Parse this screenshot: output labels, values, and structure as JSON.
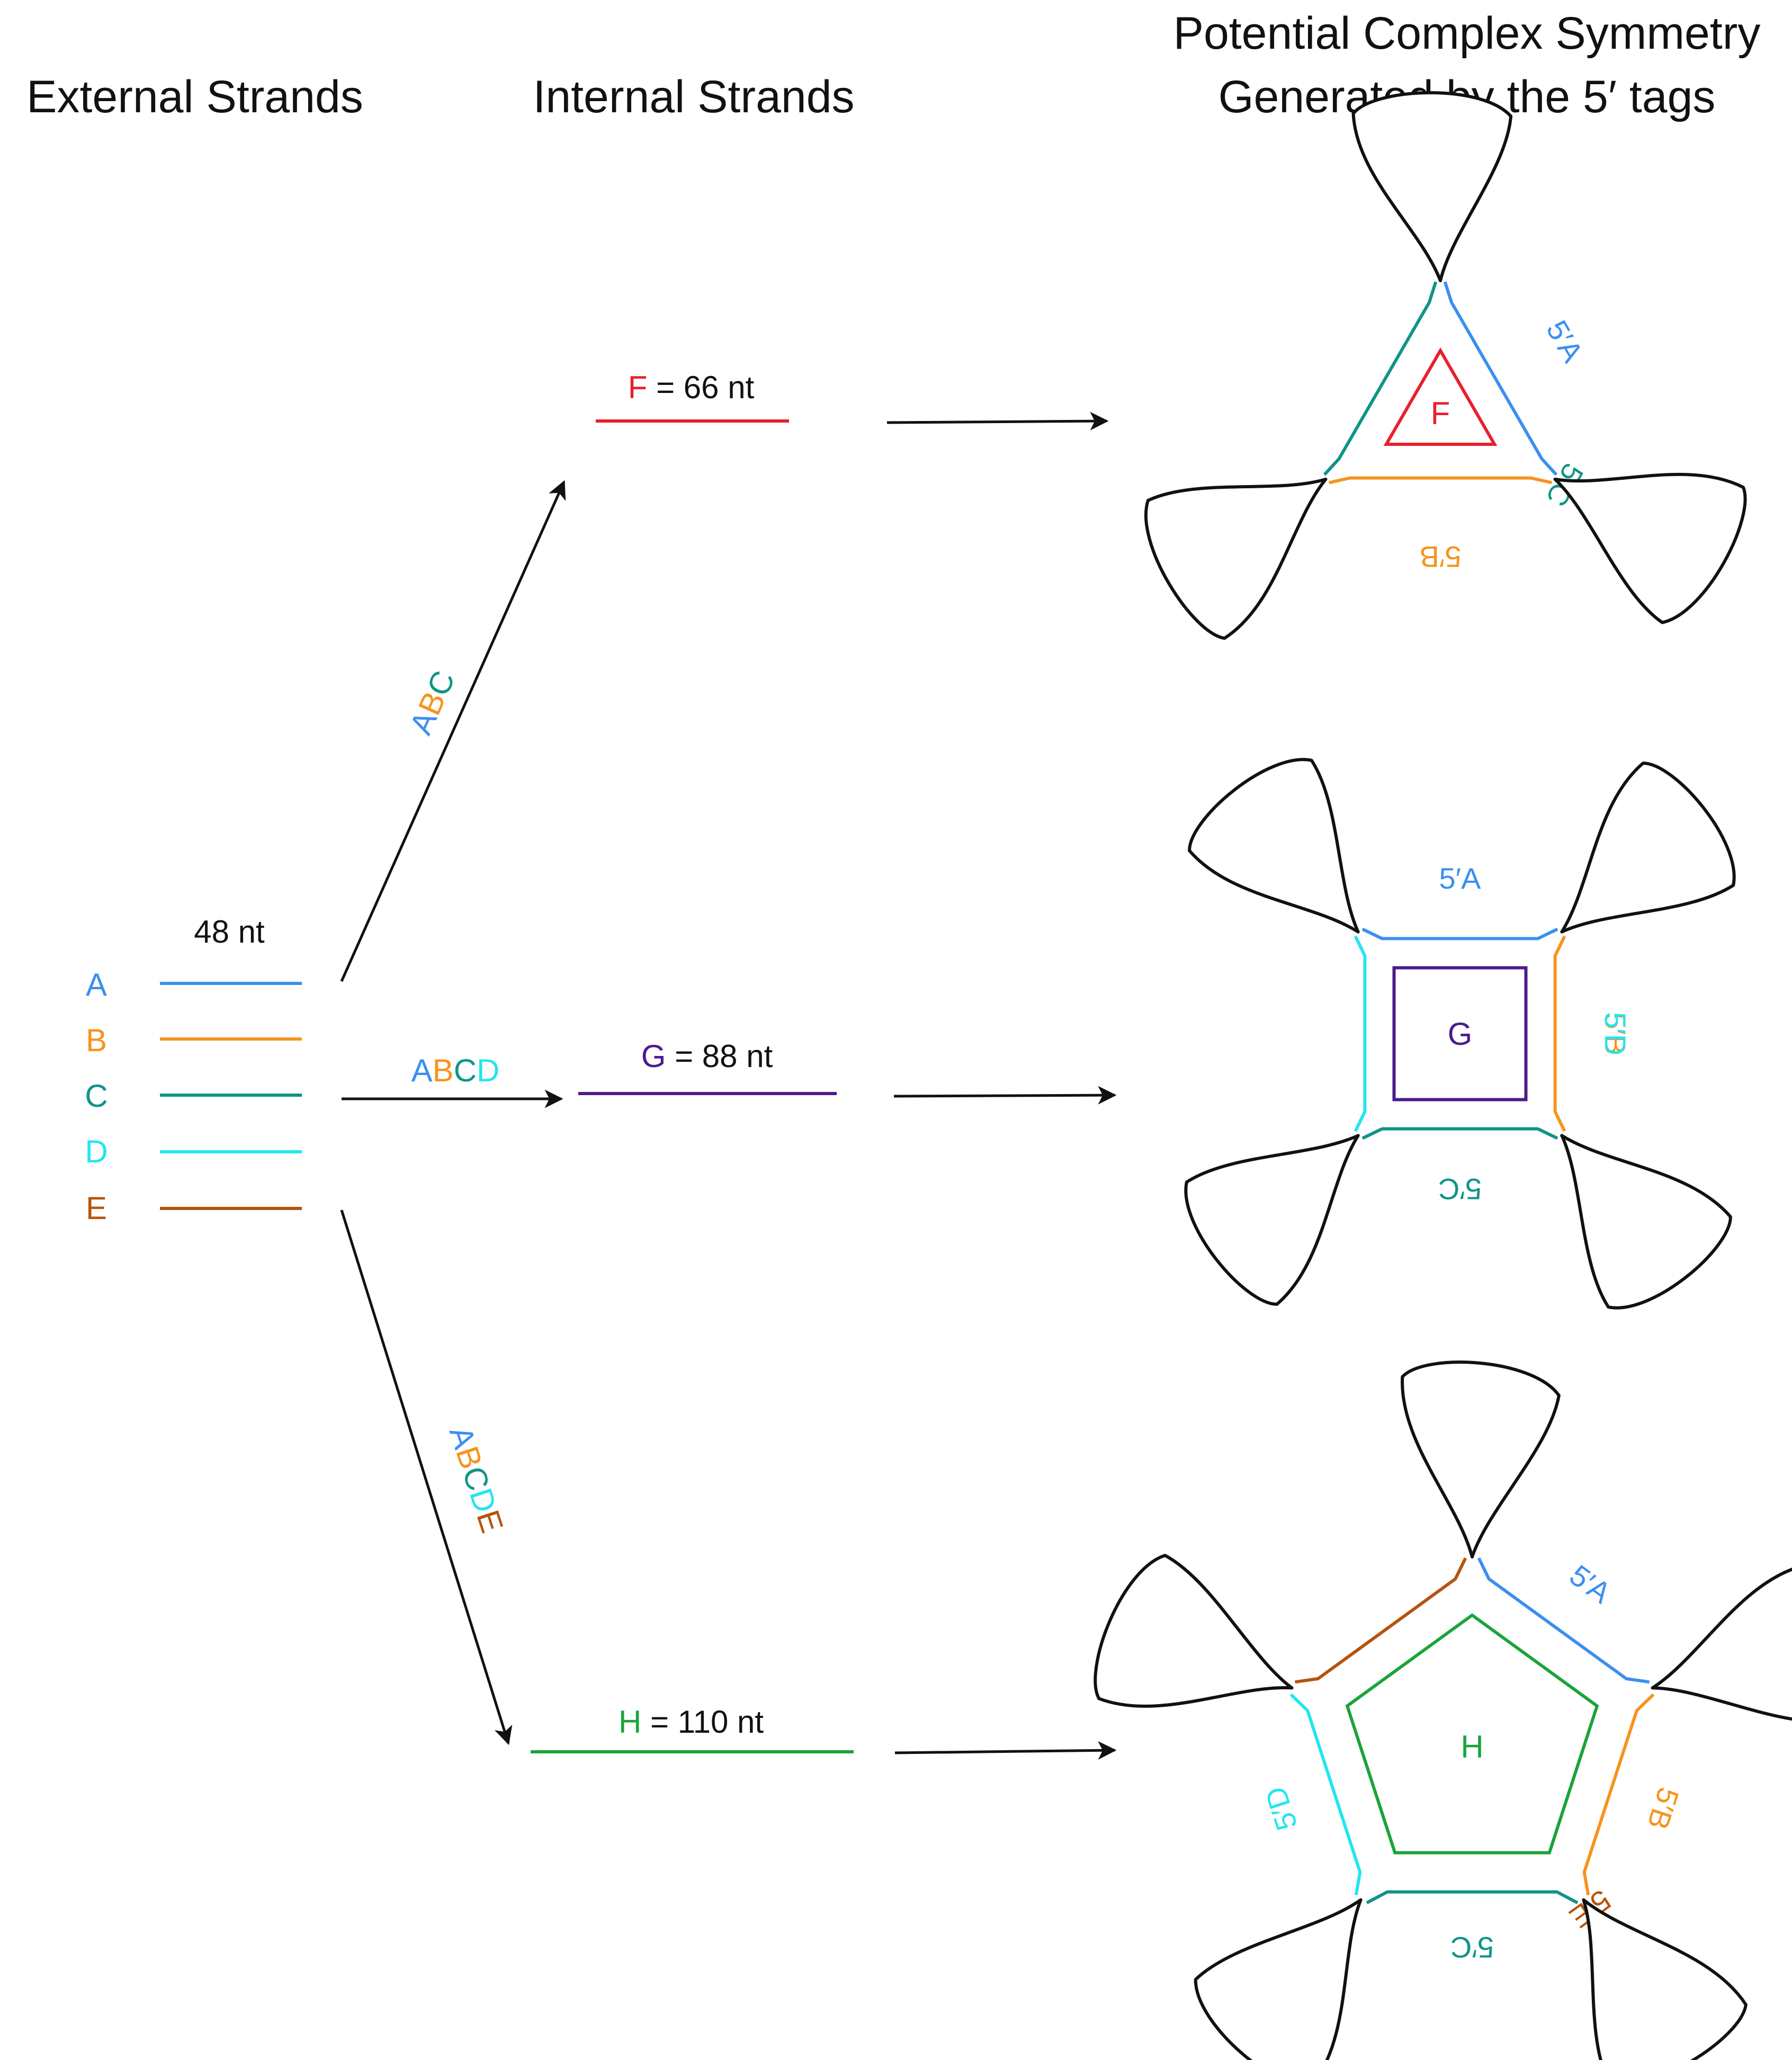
{
  "headers": {
    "external": "External Strands",
    "internal": "Internal Strands",
    "symmetry_line1": "Potential Complex Symmetry",
    "symmetry_line2": "Generated by the 5′ tags"
  },
  "external_strands": {
    "length_label": "48 nt",
    "strands": [
      {
        "name": "A",
        "color": "#3b8ff0"
      },
      {
        "name": "B",
        "color": "#f7931e"
      },
      {
        "name": "C",
        "color": "#0f9488"
      },
      {
        "name": "D",
        "color": "#22e6ee"
      },
      {
        "name": "E",
        "color": "#b5540f"
      }
    ]
  },
  "combinations": {
    "top": [
      "A",
      "B",
      "C"
    ],
    "middle": [
      "A",
      "B",
      "C",
      "D"
    ],
    "bottom": [
      "A",
      "B",
      "C",
      "D",
      "E"
    ]
  },
  "internal_strands": [
    {
      "letter": "F",
      "rest": " = 66 nt",
      "color": "#e8202a"
    },
    {
      "letter": "G",
      "rest": " = 88 nt",
      "color": "#4b1a8c"
    },
    {
      "letter": "H",
      "rest": " = 110 nt",
      "color": "#1aa43a"
    }
  ],
  "complexes": {
    "triangle": {
      "center": "F",
      "tags": [
        "5′A",
        "5′B",
        "5′C"
      ]
    },
    "square": {
      "center": "G",
      "tags": [
        "5′A",
        "5′B",
        "5′C",
        "5′D"
      ]
    },
    "pentagon": {
      "center": "H",
      "tags": [
        "5′A",
        "5′B",
        "5′C",
        "5′D",
        "5′E"
      ]
    }
  }
}
